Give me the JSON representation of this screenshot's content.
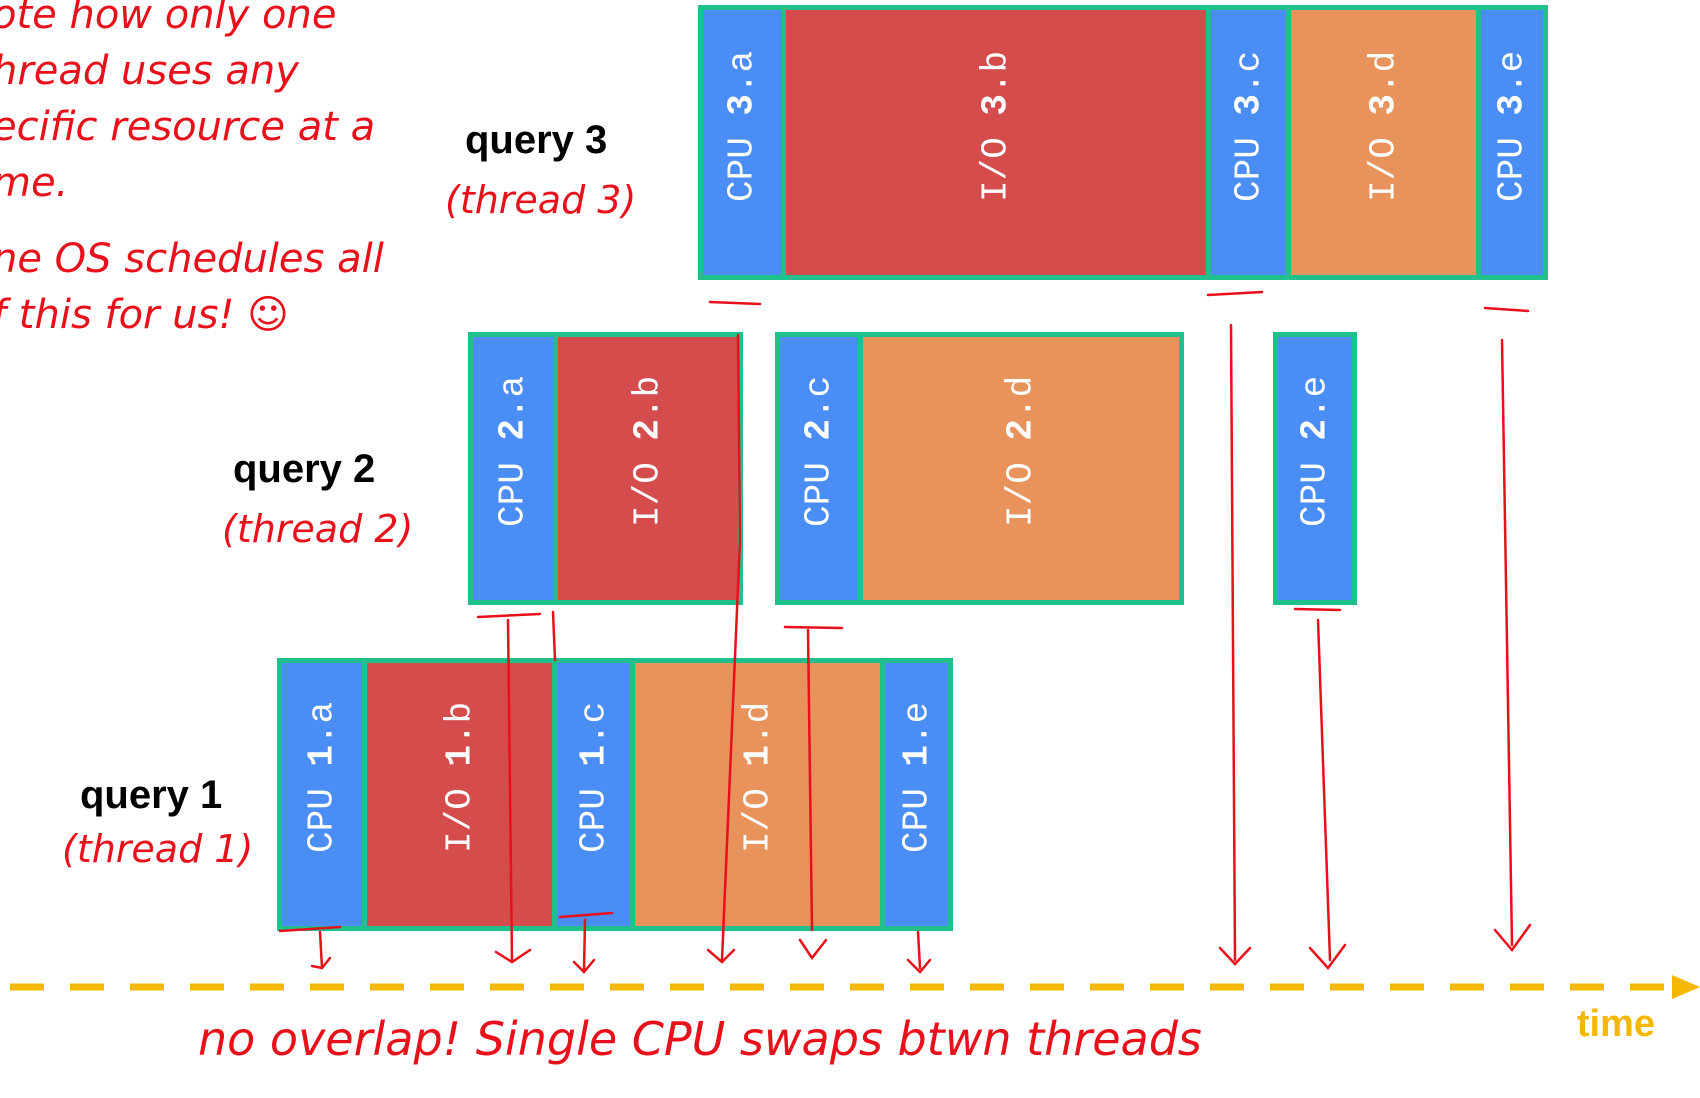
{
  "colors": {
    "cpu": "#4a8df5",
    "io_red": "#d44c4c",
    "io_orange": "#e8935c",
    "border": "#1fc08c",
    "timeline": "#f5b800",
    "annotation": "#e8101a"
  },
  "notes": [
    "ote how only one",
    "hread uses any",
    "ecific resource at a",
    "me.",
    "ne OS schedules all",
    "f this for us! ☺"
  ],
  "queries": [
    {
      "label": "query 3",
      "thread_note": "(thread 3)",
      "segments": [
        {
          "kind": "CPU",
          "id": "3.a",
          "num": "3",
          "suffix": ".a",
          "color": "cpu"
        },
        {
          "kind": "I/O",
          "id": "3.b",
          "num": "3",
          "suffix": ".b",
          "color": "io_red"
        },
        {
          "kind": "CPU",
          "id": "3.c",
          "num": "3",
          "suffix": ".c",
          "color": "cpu"
        },
        {
          "kind": "I/O",
          "id": "3.d",
          "num": "3",
          "suffix": ".d",
          "color": "io_orange"
        },
        {
          "kind": "CPU",
          "id": "3.e",
          "num": "3",
          "suffix": ".e",
          "color": "cpu"
        }
      ]
    },
    {
      "label": "query 2",
      "thread_note": "(thread 2)",
      "segments": [
        {
          "kind": "CPU",
          "id": "2.a",
          "num": "2",
          "suffix": ".a",
          "color": "cpu"
        },
        {
          "kind": "I/O",
          "id": "2.b",
          "num": "2",
          "suffix": ".b",
          "color": "io_red"
        },
        {
          "kind": "CPU",
          "id": "2.c",
          "num": "2",
          "suffix": ".c",
          "color": "cpu"
        },
        {
          "kind": "I/O",
          "id": "2.d",
          "num": "2",
          "suffix": ".d",
          "color": "io_orange"
        },
        {
          "kind": "CPU",
          "id": "2.e",
          "num": "2",
          "suffix": ".e",
          "color": "cpu"
        }
      ]
    },
    {
      "label": "query 1",
      "thread_note": "(thread 1)",
      "segments": [
        {
          "kind": "CPU",
          "id": "1.a",
          "num": "1",
          "suffix": ".a",
          "color": "cpu"
        },
        {
          "kind": "I/O",
          "id": "1.b",
          "num": "1",
          "suffix": ".b",
          "color": "io_red"
        },
        {
          "kind": "CPU",
          "id": "1.c",
          "num": "1",
          "suffix": ".c",
          "color": "cpu"
        },
        {
          "kind": "I/O",
          "id": "1.d",
          "num": "1",
          "suffix": ".d",
          "color": "io_orange"
        },
        {
          "kind": "CPU",
          "id": "1.e",
          "num": "1",
          "suffix": ".e",
          "color": "cpu"
        }
      ]
    }
  ],
  "timeline_label": "time",
  "footer_note": "no overlap! Single CPU swaps btwn threads"
}
